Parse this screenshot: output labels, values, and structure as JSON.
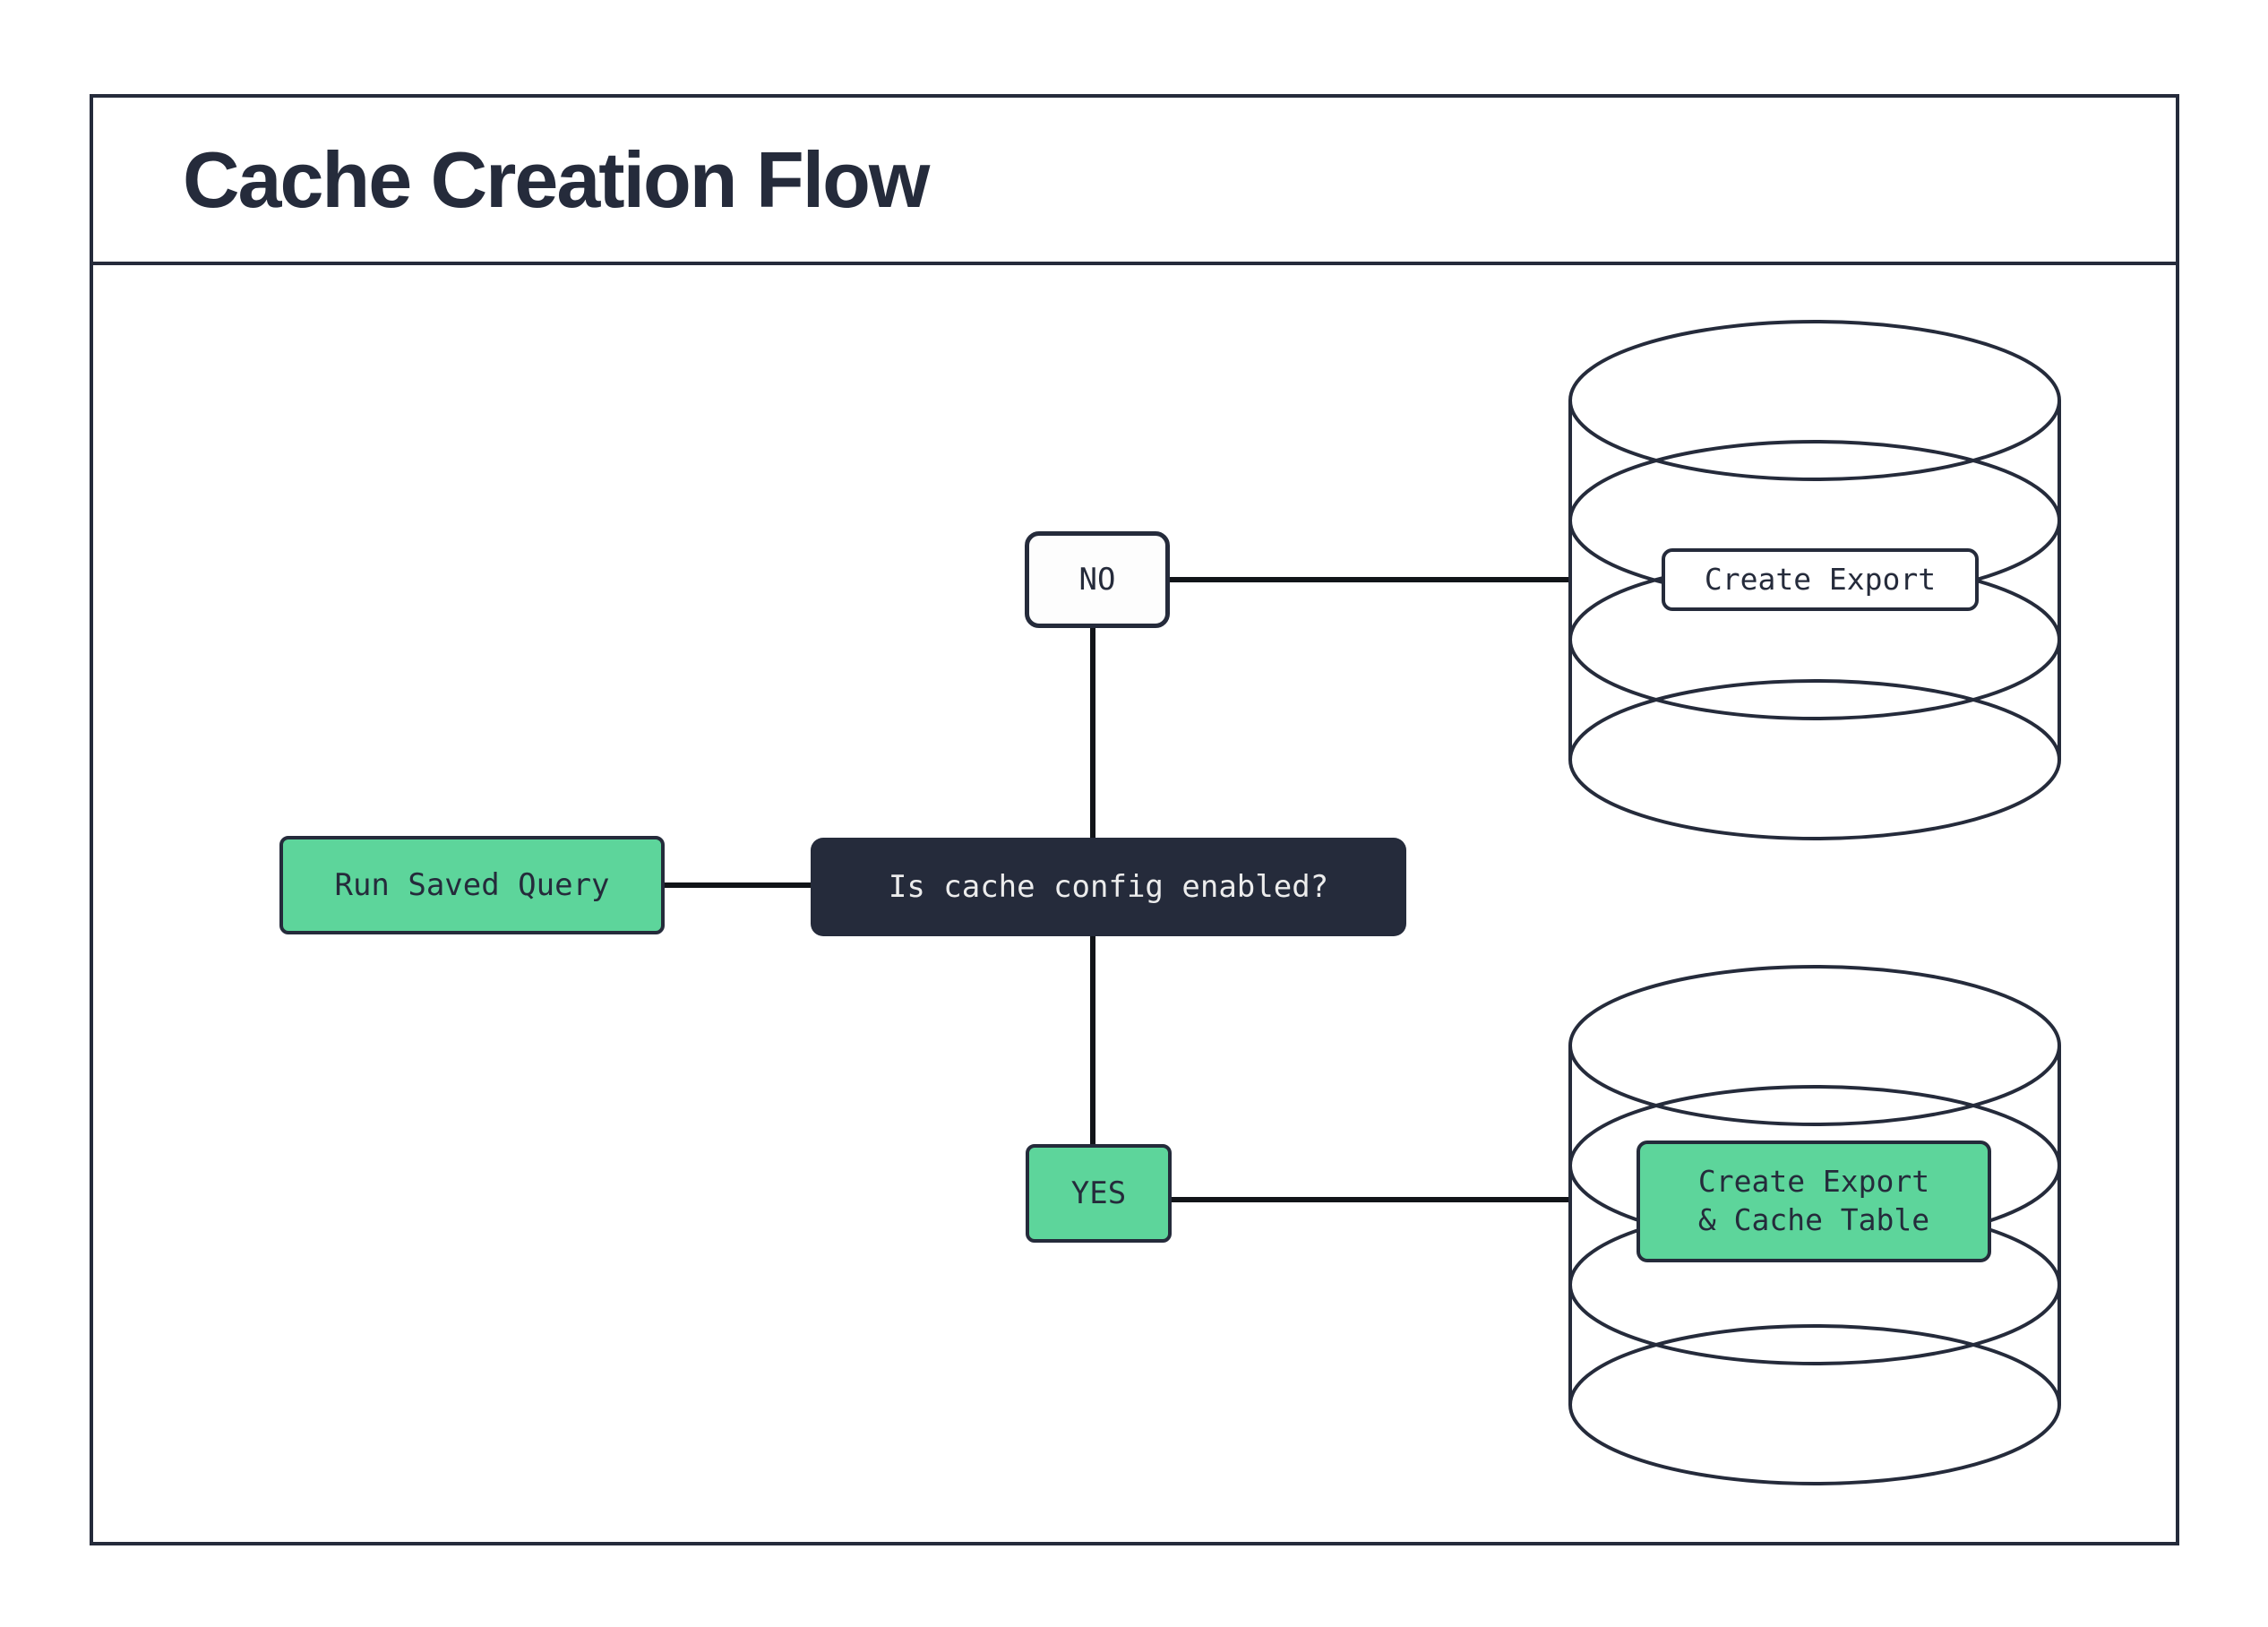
{
  "title": "Cache Creation Flow",
  "colors": {
    "ink": "#252b3b",
    "green": "#5dd59b",
    "connector": "#111418",
    "background": "#ffffff",
    "light_text": "#ececec"
  },
  "nodes": {
    "start": {
      "label": "Run Saved Query"
    },
    "decision": {
      "label": "Is cache config enabled?"
    },
    "no_branch": {
      "label": "NO"
    },
    "yes_branch": {
      "label": "YES"
    },
    "db_no": {
      "label": "Create Export"
    },
    "db_yes": {
      "line1": "Create Export",
      "line2": "& Cache Table"
    }
  },
  "icons": {
    "db_no": "database-cylinder-icon",
    "db_yes": "database-cylinder-icon"
  }
}
